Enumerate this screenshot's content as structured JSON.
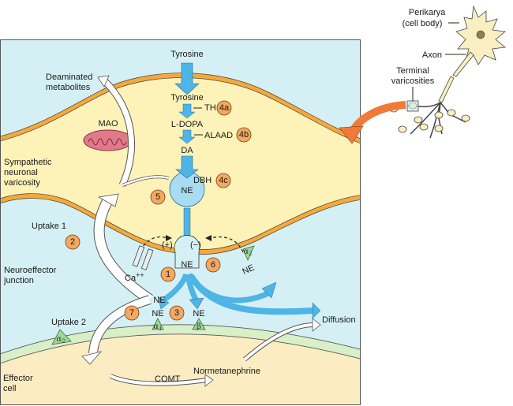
{
  "colors": {
    "extracellular": "#d4f0f4",
    "neuron": "#fdf2b8",
    "effector": "#fcecc2",
    "membrane": "#f5a93a",
    "effector_membrane": "#d9efc7",
    "vesicle": "#a8dcf2",
    "blue_arrow": "#4fb4e6",
    "badge": "#f5a860",
    "receptor": "#9fd89a",
    "mao_fill": "#e07a8a",
    "orange_arrow": "#f07a3a",
    "neuron_cell": "#f9efc0"
  },
  "inset": {
    "perikarya": "Perikarya",
    "cell_body": "(cell body)",
    "axon": "Axon",
    "terminal": "Terminal",
    "varicosities": "varicosities"
  },
  "labels": {
    "tyrosine_outside": "Tyrosine",
    "tyrosine_inside": "Tyrosine",
    "th": "TH",
    "l_dopa": "L-DOPA",
    "alaad": "ALAAD",
    "da": "DA",
    "dbh": "DBH",
    "ne_vesicle": "NE",
    "ne_release": "NE",
    "ne_cleft": "NE",
    "ne_alpha1": "NE",
    "ne_beta": "NE",
    "ne_alpha2": "NE",
    "deaminated_1": "Deaminated",
    "deaminated_2": "metabolites",
    "mao": "MAO",
    "sympathetic_1": "Sympathetic",
    "sympathetic_2": "neuronal",
    "sympathetic_3": "varicosity",
    "uptake1": "Uptake 1",
    "uptake2": "Uptake 2",
    "neuroeffector_1": "Neuroeffector",
    "neuroeffector_2": "junction",
    "ca": "Ca",
    "ca_sup": "++",
    "plus": "(+)",
    "minus": "(−)",
    "diffusion": "Diffusion",
    "effector_1": "Effector",
    "effector_2": "cell",
    "comt": "COMT",
    "normetanephrine": "Normetanephrine",
    "alpha1": "α",
    "alpha1_sub": "1",
    "alpha2_pre": "α",
    "alpha2_pre_sub": "2",
    "alpha2_eff": "α",
    "alpha2_eff_sub": "2",
    "beta": "β"
  },
  "badges": {
    "b1": "1",
    "b2": "2",
    "b3": "3",
    "b4a": "4a",
    "b4b": "4b",
    "b4c": "4c",
    "b5": "5",
    "b6": "6",
    "b7": "7"
  }
}
